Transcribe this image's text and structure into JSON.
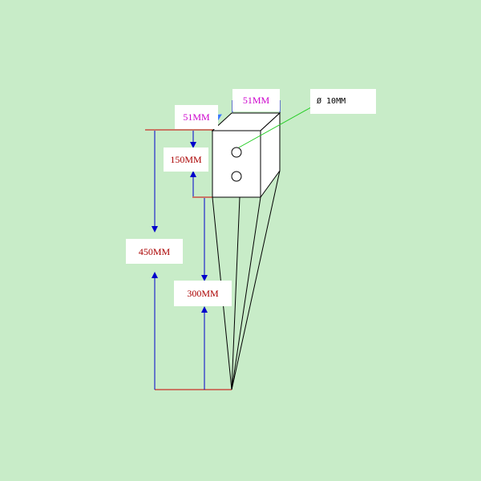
{
  "dimensions": {
    "width_top": "51MM",
    "depth_top": "51MM",
    "hole_spacing": "150MM",
    "total_height": "450MM",
    "spike_height": "300MM",
    "hole_diameter": "Ø 10MM"
  },
  "colors": {
    "background": "#c8ecc8",
    "outline": "#000000",
    "dimension_arrow": "#0000cc",
    "depth_arrow": "#3a78ff",
    "leader_line": "#22cc22",
    "reference_line": "#cc0000",
    "text_magenta": "#cc00cc",
    "text_red": "#aa0000",
    "text_black": "#000000"
  }
}
